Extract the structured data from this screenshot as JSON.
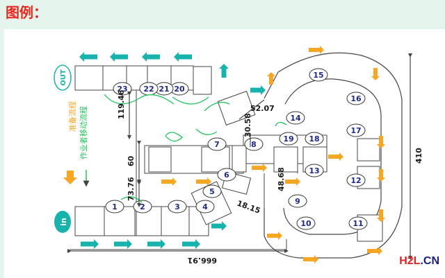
{
  "title": "图例：",
  "watermark": {
    "brand": "H2L",
    "suffix": ".CN"
  },
  "markers": {
    "in": "in",
    "out": "OUT"
  },
  "legend": {
    "material_flow": "准备流程",
    "worker_flow": "作业者移动流程"
  },
  "dimensions": {
    "d1": "119.46",
    "d2": "60",
    "d3": "73.76",
    "d4": "52.07",
    "d5": "30.58",
    "d6": "48.68",
    "d7": "18.15",
    "d8": "410",
    "d9": "666.91"
  },
  "stations": [
    "1",
    "2",
    "3",
    "4",
    "5",
    "6",
    "7",
    "8",
    "9",
    "10",
    "11",
    "12",
    "13",
    "14",
    "15",
    "16",
    "17",
    "18",
    "19",
    "20",
    "21",
    "22",
    "23"
  ],
  "colors": {
    "arrow_teal": "#19b3ad",
    "arrow_orange": "#f5a623",
    "worker_green": "#22c55e",
    "title_red": "#e8261b",
    "station_blue": "#1e2a8a"
  }
}
